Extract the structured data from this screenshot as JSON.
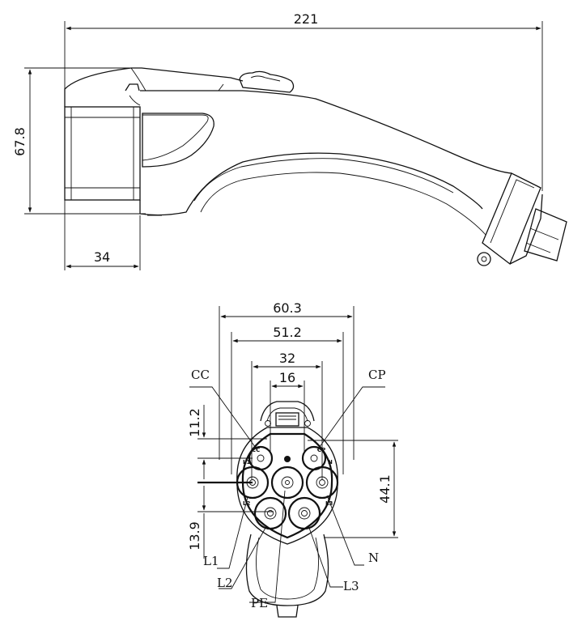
{
  "side_view": {
    "overall_length": "221",
    "height": "67.8",
    "nose_length": "34"
  },
  "front_view": {
    "dims": {
      "outer_width": "60.3",
      "shell_width": "51.2",
      "pin_span": "32",
      "signal_span": "16",
      "top_offset": "11.2",
      "lower_offset": "13.9",
      "pin_height": "44.1"
    },
    "callouts": {
      "cc": "CC",
      "cp": "CP",
      "l1": "L1",
      "l2": "L2",
      "l3": "L3",
      "n": "N",
      "pe": "PE"
    },
    "face_labels": {
      "cc": "CC",
      "cp": "CP",
      "l1": "L1",
      "l2": "L2",
      "l3": "L3",
      "n": "N"
    }
  }
}
